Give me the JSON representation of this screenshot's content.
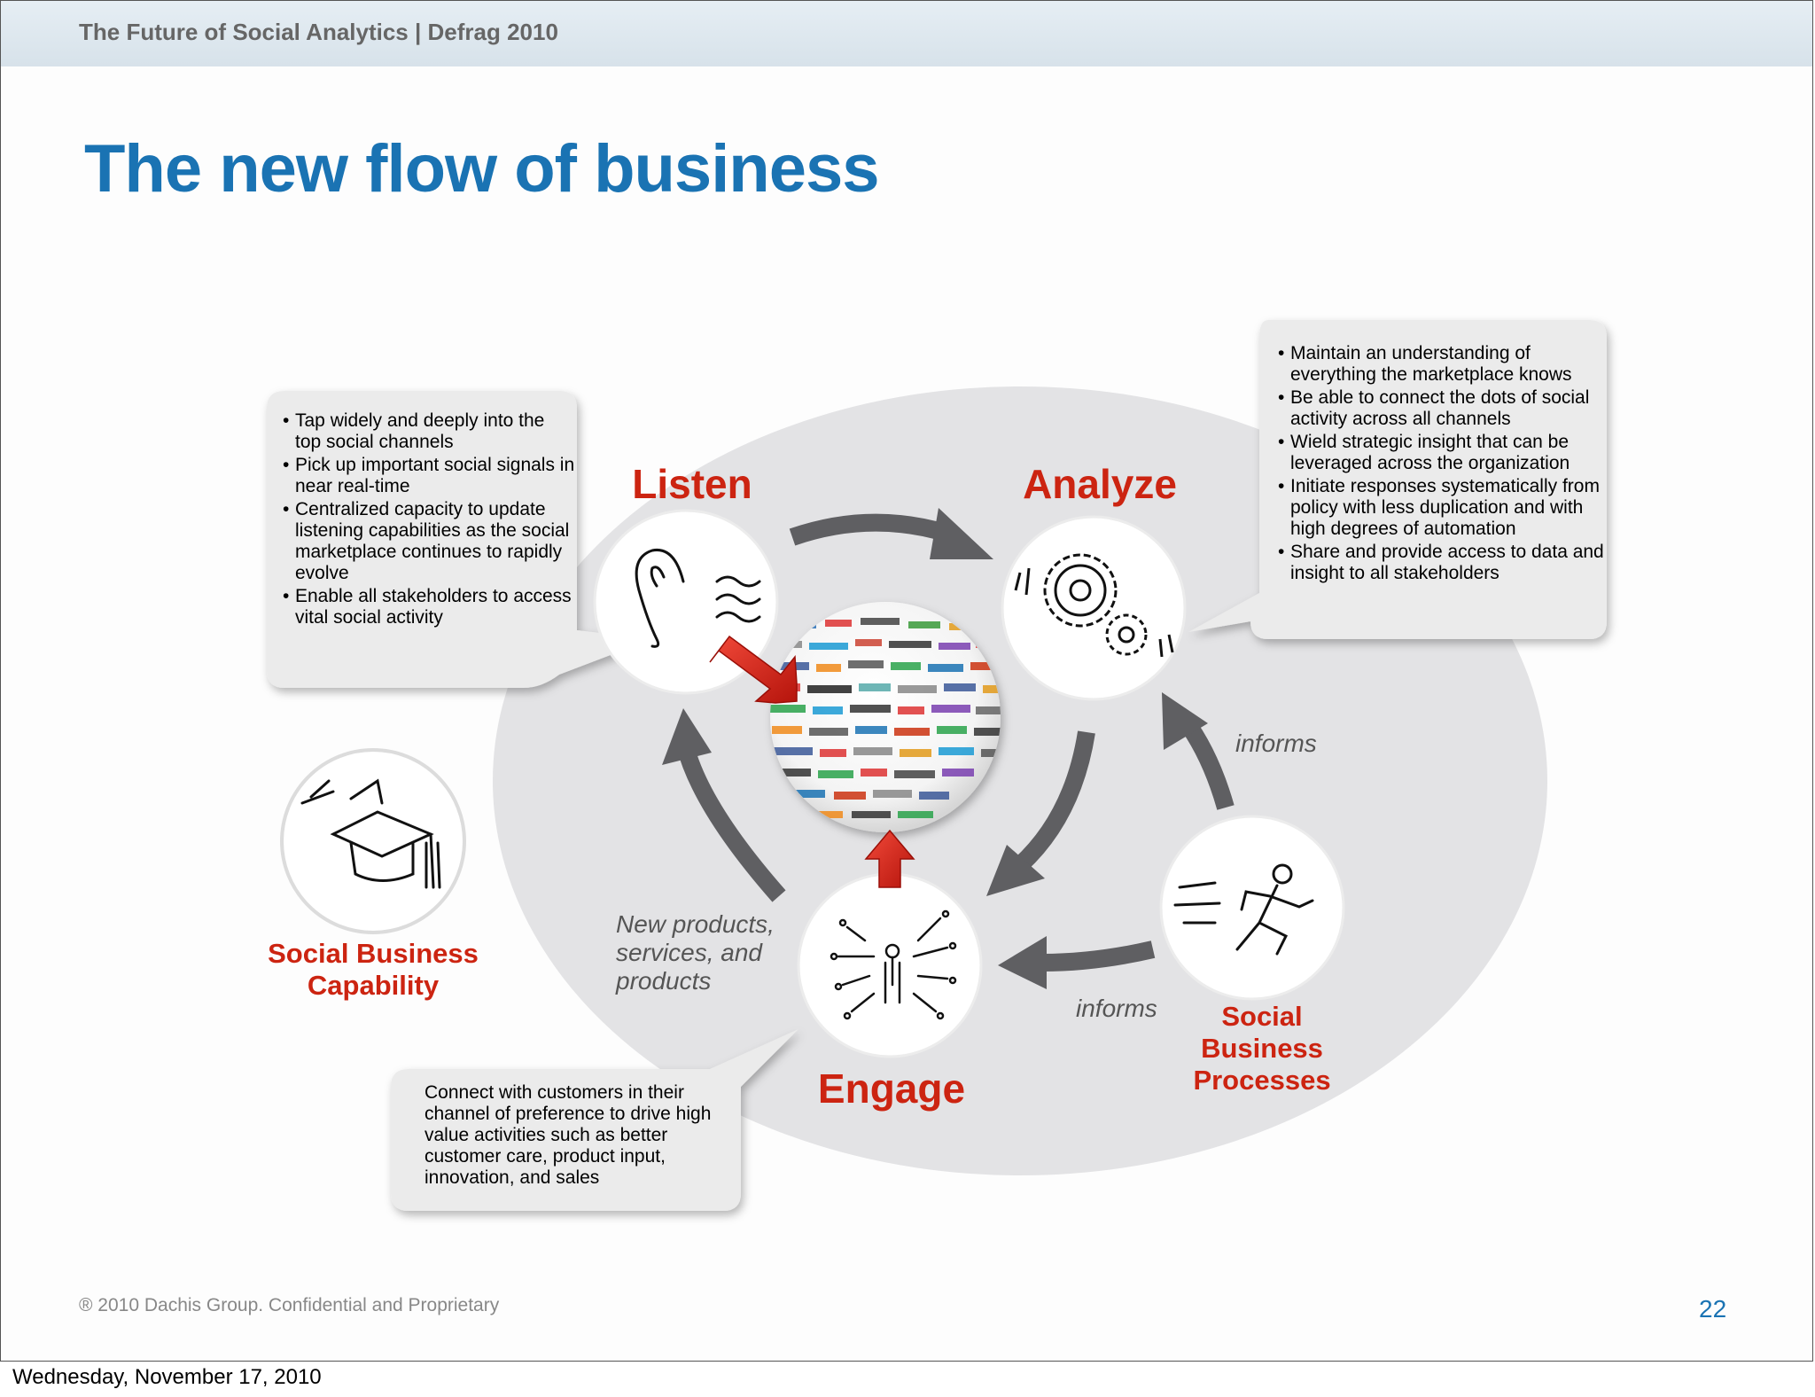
{
  "header": {
    "text": "The Future of Social Analytics | Defrag 2010"
  },
  "title": "The new flow of business",
  "stages": {
    "listen": "Listen",
    "analyze": "Analyze",
    "engage": "Engage"
  },
  "side_labels": {
    "capability": "Social Business Capability",
    "processes": "Social Business Processes"
  },
  "flow_labels": {
    "informs_top": "informs",
    "informs_bottom": "informs",
    "new_products": "New products, services, and products"
  },
  "listen_bubble": [
    "Tap widely and deeply into the top social channels",
    "Pick up important social signals in near real-time",
    "Centralized capacity to update listening capabilities as the social marketplace continues to rapidly evolve",
    "Enable all stakeholders to access vital social activity"
  ],
  "analyze_bubble": [
    "Maintain an understanding of everything the marketplace knows",
    "Be able to connect the dots of social activity across all channels",
    "Wield strategic insight that can be leveraged across the organization",
    "Initiate responses systematically from policy with less duplication and with high degrees of automation",
    "Share and provide access to data and insight to all stakeholders"
  ],
  "engage_bubble": "Connect with customers in their channel of preference to drive high value activities such as better customer care, product input, innovation, and sales",
  "icons": {
    "listen": "ear-icon",
    "analyze": "gears-icon",
    "engage": "person-broadcast-icon",
    "capability": "graduation-cap-icon",
    "processes": "running-man-icon",
    "center": "social-logos-sphere-icon"
  },
  "colors": {
    "title_blue": "#1a73b3",
    "label_red": "#cc2411",
    "arrow_grey": "#5f5f62",
    "accent_red": "#d8231a"
  },
  "footer": {
    "copyright": "® 2010 Dachis Group. Confidential and Proprietary",
    "page": "22"
  },
  "date": "Wednesday, November 17, 2010"
}
